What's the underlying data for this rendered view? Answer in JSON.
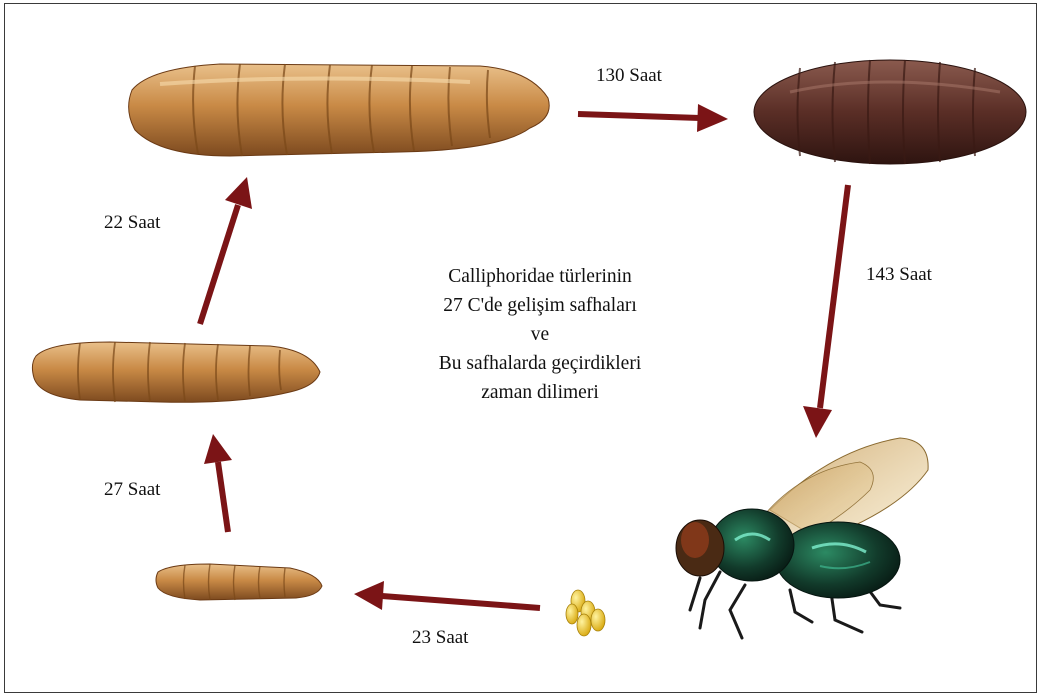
{
  "diagram": {
    "title_lines": [
      "Calliphoridae türlerinin",
      "27 C'de gelişim safhaları",
      "ve",
      "Bu safhalarda geçirdikleri",
      "zaman dilimeri"
    ],
    "edges": {
      "eggs_to_small_larva": "23 Saat",
      "small_to_medium_larva": "27 Saat",
      "medium_to_large_larva": "22 Saat",
      "large_larva_to_pupa": "130 Saat",
      "pupa_to_fly": "143 Saat"
    },
    "stages": [
      "eggs",
      "first-instar-larva",
      "second-instar-larva",
      "third-instar-larva",
      "pupa",
      "adult-fly"
    ],
    "colors": {
      "arrow": "#7b1416",
      "larva": "#c48a4e",
      "pupa": "#5a2e26",
      "eggs": "#e8c21c",
      "fly_green": "#1d6b4a"
    }
  }
}
